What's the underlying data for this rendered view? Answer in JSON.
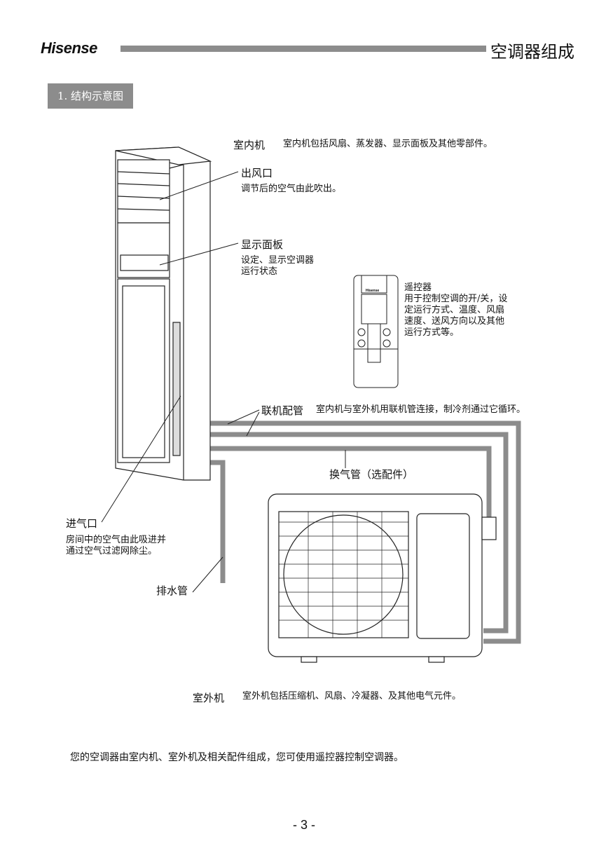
{
  "header": {
    "brand": "Hisense",
    "title": "空调器组成"
  },
  "section": {
    "title": "1. 结构示意图"
  },
  "labels": {
    "indoor": {
      "name": "室内机",
      "desc": "室内机包括风扇、蒸发器、显示面板及其他零部件。"
    },
    "outlet": {
      "name": "出风口",
      "desc": "调节后的空气由此吹出。"
    },
    "display": {
      "name": "显示面板",
      "desc1": "设定、显示空调器",
      "desc2": "运行状态"
    },
    "remote": {
      "name": "遥控器",
      "desc1": "用于控制空调的开/关，设",
      "desc2": "定运行方式、温度、风扇",
      "desc3": "速度、送风方向以及其他",
      "desc4": "运行方式等。",
      "logo": "Hisense"
    },
    "pipe": {
      "name": "联机配管",
      "desc": "室内机与室外机用联机管连接，制冷剂通过它循环。"
    },
    "vent_pipe": {
      "name": "换气管（选配件）"
    },
    "inlet": {
      "name": "进气口",
      "desc1": "房间中的空气由此吸进并",
      "desc2": "通过空气过滤网除尘。"
    },
    "drain": {
      "name": "排水管"
    },
    "outdoor": {
      "name": "室外机",
      "desc": "室外机包括压缩机、风扇、冷凝器、及其他电气元件。"
    }
  },
  "footer": {
    "note": "您的空调器由室内机、室外机及相关配件组成，您可使用遥控器控制空调器。",
    "page": "- 3 -"
  }
}
